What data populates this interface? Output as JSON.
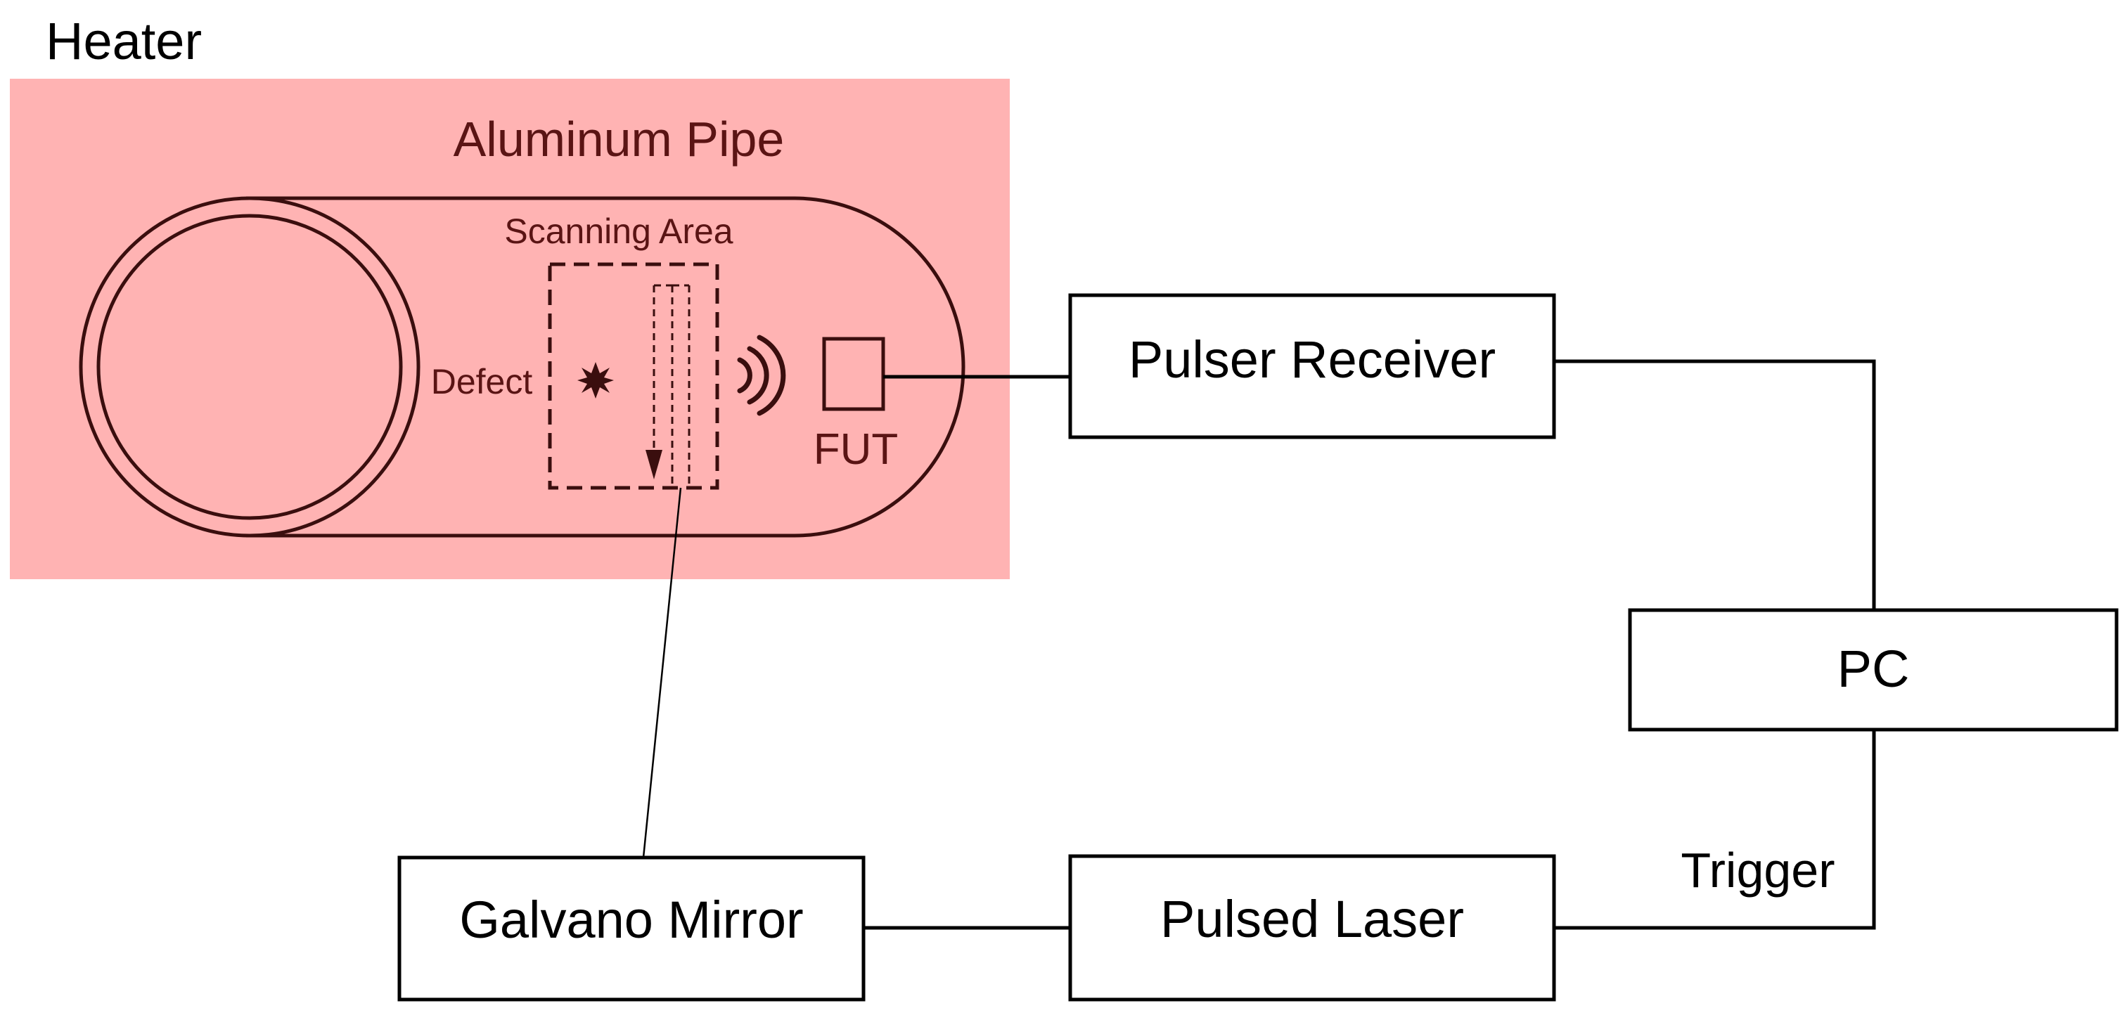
{
  "heater": {
    "label": "Heater",
    "fill_color": "#ffb3b3"
  },
  "pipe": {
    "label": "Aluminum Pipe",
    "scanning_area_label": "Scanning Area",
    "defect_label": "Defect",
    "sensor_label": "FUT",
    "outline_color": "#3a0e0e"
  },
  "equipment": {
    "pulser_receiver": "Pulser Receiver",
    "pc": "PC",
    "pulsed_laser": "Pulsed Laser",
    "galvano_mirror": "Galvano Mirror"
  },
  "connections": {
    "trigger_label": "Trigger"
  }
}
